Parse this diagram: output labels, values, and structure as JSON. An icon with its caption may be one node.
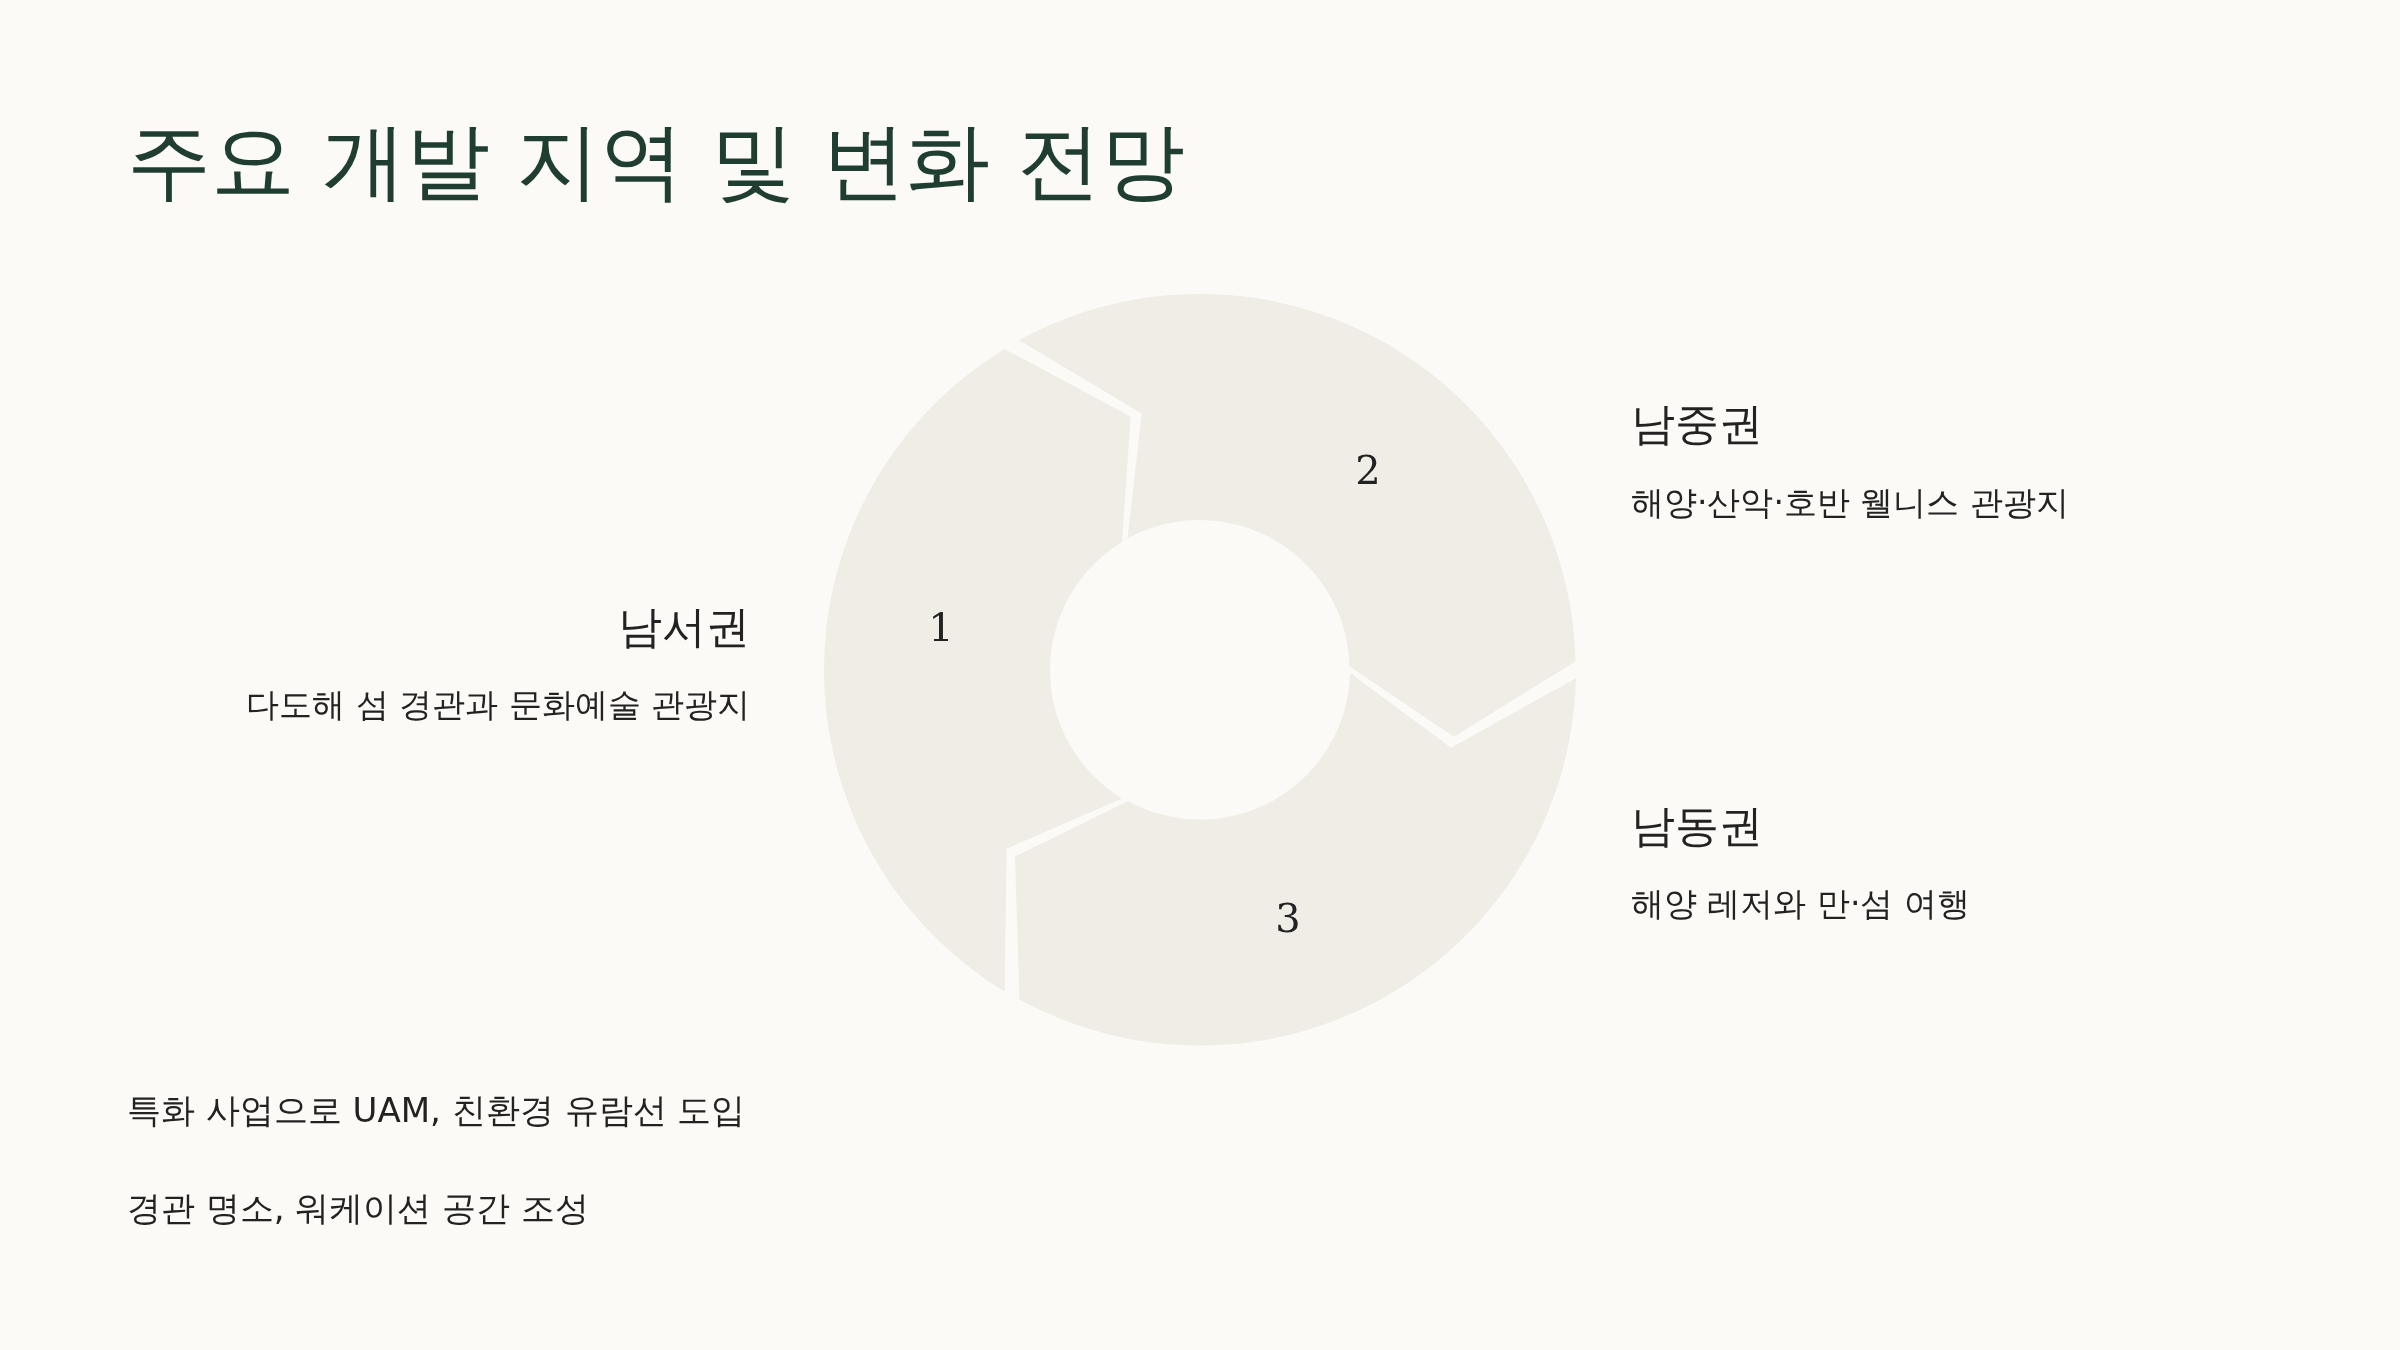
{
  "diagram": {
    "title": "주요 개발 지역 및 변화 전망",
    "nodes": [
      {
        "text": [
          "1"
        ],
        "beside": [
          "남서권",
          "다도해 섬 경관과 문화예술 관광지"
        ]
      },
      {
        "text": [
          "2"
        ],
        "beside": [
          "남중권",
          "해양·산악·호반 웰니스 관광지"
        ]
      },
      {
        "text": [
          "3"
        ],
        "beside": [
          "남동권",
          "해양 레저와 만·섬 여행"
        ]
      }
    ],
    "labels": [
      "특화 사업으로 UAM, 친환경 유람선 도입",
      "경관 명소, 워케이션 공간 조성"
    ]
  }
}
